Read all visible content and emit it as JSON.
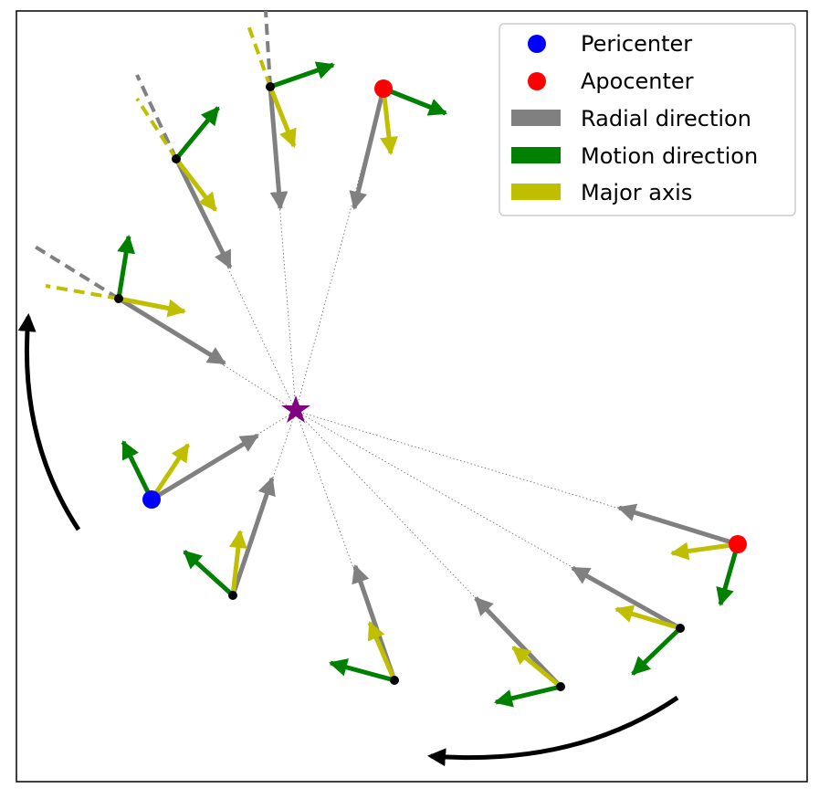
{
  "legend": {
    "items": [
      {
        "label": "Pericenter",
        "color": "#0000ff",
        "marker": "circle"
      },
      {
        "label": "Apocenter",
        "color": "#ff0000",
        "marker": "circle"
      },
      {
        "label": "Radial direction",
        "color": "#808080",
        "marker": "patch"
      },
      {
        "label": "Motion direction",
        "color": "#008000",
        "marker": "patch"
      },
      {
        "label": "Major axis",
        "color": "#bfbf00",
        "marker": "patch"
      }
    ]
  },
  "colors": {
    "center_star": "#800080",
    "orbit_point": "#000000",
    "rotation_arrow": "#000000"
  },
  "icons": {
    "center": "star",
    "rotation": "curved-arrow"
  }
}
